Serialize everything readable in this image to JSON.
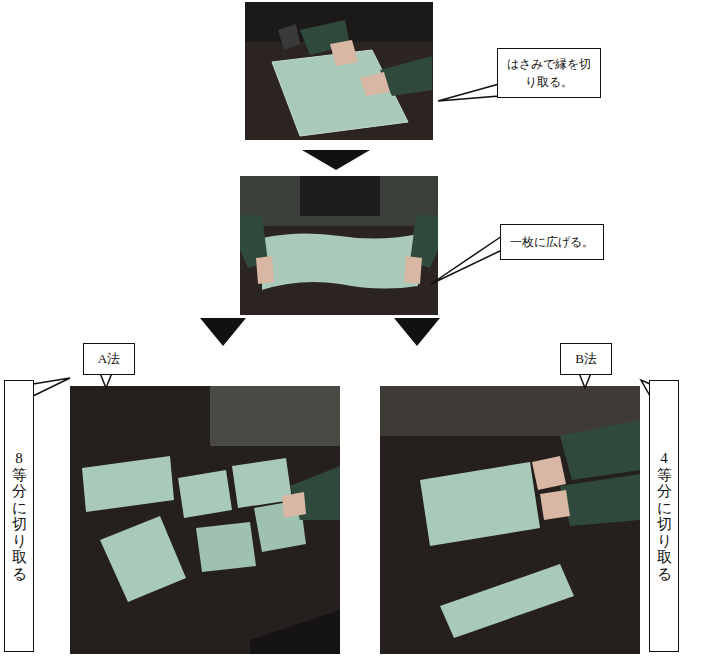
{
  "diagram": {
    "nodes": [
      {
        "text": [
          "はさみで縁を切り取る。"
        ]
      },
      {
        "text": [
          "一枚に広げる。"
        ]
      },
      {
        "text": [
          "A法"
        ]
      },
      {
        "text": [
          "8等分に切り取る"
        ]
      },
      {
        "text": [
          "B法"
        ]
      },
      {
        "text": [
          "4等分に切り取る"
        ]
      }
    ]
  }
}
